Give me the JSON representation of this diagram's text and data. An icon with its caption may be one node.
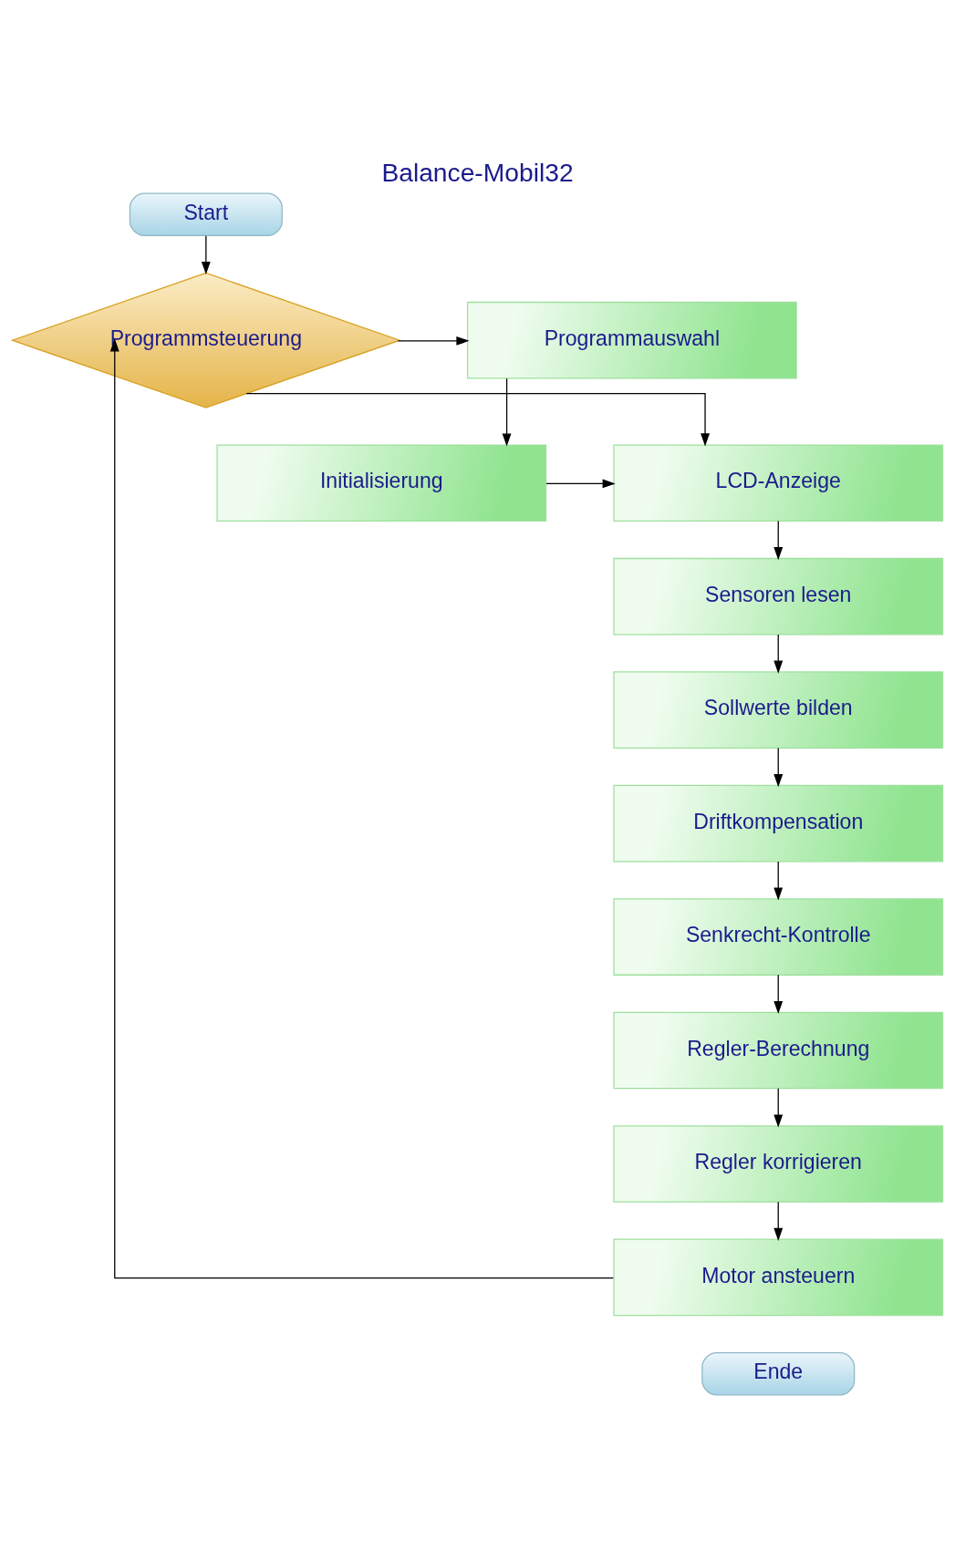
{
  "diagram": {
    "title": "Balance-Mobil32",
    "nodes": [
      {
        "text": [
          "Start"
        ]
      },
      {
        "text": [
          "Programmsteuerung"
        ]
      },
      {
        "text": [
          "Programmauswahl"
        ]
      },
      {
        "text": [
          "Initialisierung"
        ]
      },
      {
        "text": [
          "LCD-Anzeige"
        ]
      },
      {
        "text": [
          "Sensoren lesen"
        ]
      },
      {
        "text": [
          "Sollwerte bilden"
        ]
      },
      {
        "text": [
          "Driftkompensation"
        ]
      },
      {
        "text": [
          "Senkrecht-Kontrolle"
        ]
      },
      {
        "text": [
          "Regler-Berechnung"
        ]
      },
      {
        "text": [
          "Regler korrigieren"
        ]
      },
      {
        "text": [
          "Motor ansteuern"
        ]
      },
      {
        "text": [
          "Ende"
        ]
      }
    ],
    "edges": [
      {
        "from": 0,
        "to": 1,
        "arrow": "to"
      },
      {
        "from": 1,
        "to": 2,
        "arrow": "to"
      },
      {
        "from": 2,
        "to": 3,
        "arrow": "to"
      },
      {
        "from": 3,
        "to": 4,
        "arrow": "to"
      },
      {
        "from": 1,
        "to": 4,
        "arrow": "to"
      },
      {
        "from": 4,
        "to": 5,
        "arrow": "to"
      },
      {
        "from": 5,
        "to": 6,
        "arrow": "to"
      },
      {
        "from": 6,
        "to": 7,
        "arrow": "to"
      },
      {
        "from": 7,
        "to": 8,
        "arrow": "to"
      },
      {
        "from": 8,
        "to": 9,
        "arrow": "to"
      },
      {
        "from": 9,
        "to": 10,
        "arrow": "to"
      },
      {
        "from": 10,
        "to": 11,
        "arrow": "to"
      },
      {
        "from": 11,
        "to": 1,
        "arrow": "to"
      }
    ]
  }
}
